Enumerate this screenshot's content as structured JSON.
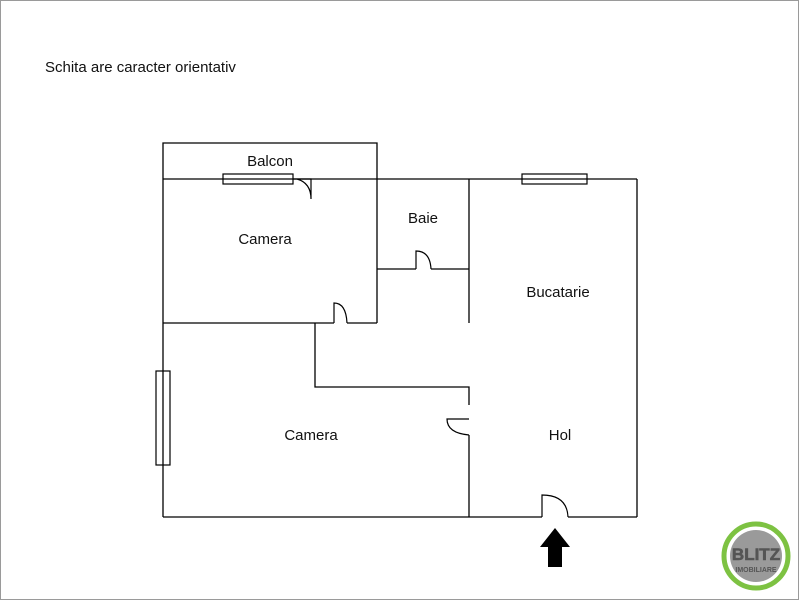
{
  "note": "Schita are caracter orientativ",
  "rooms": {
    "balcon": "Balcon",
    "camera_top": "Camera",
    "baie": "Baie",
    "bucatarie": "Bucatarie",
    "camera_bottom": "Camera",
    "hol": "Hol"
  },
  "logo": {
    "name": "BLITZ",
    "sub": "IMOBILIARE",
    "ring_color": "#7dc242",
    "inner_color": "#9a9a9a"
  },
  "colors": {
    "wall": "#000000"
  }
}
